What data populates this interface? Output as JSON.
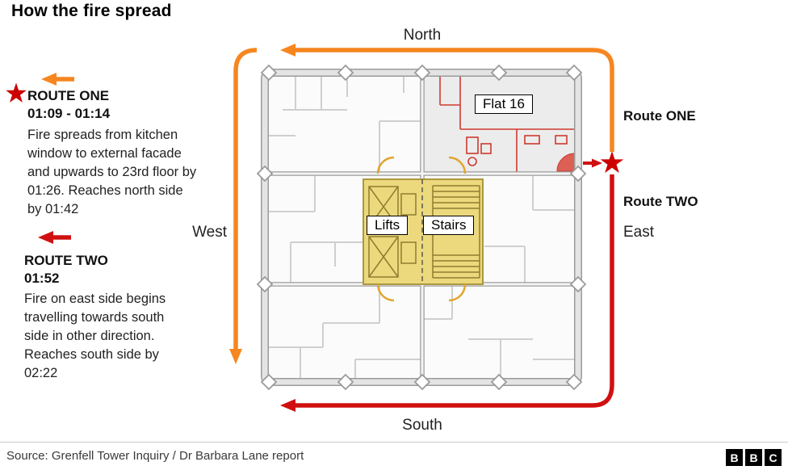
{
  "title": "How the fire spread",
  "compass": {
    "north": "North",
    "south": "South",
    "east": "East",
    "west": "West"
  },
  "floorplan": {
    "flat16_label": "Flat 16",
    "lifts_label": "Lifts",
    "stairs_label": "Stairs"
  },
  "routes": {
    "one": {
      "heading": "ROUTE ONE",
      "time": "01:09 - 01:14",
      "description": "Fire spreads from kitchen window to external facade and upwards to 23rd floor by 01:26. Reaches north side by 01:42",
      "side_label": "Route ONE",
      "color": "#f6861f"
    },
    "two": {
      "heading": "ROUTE TWO",
      "time": "01:52",
      "description": "Fire on east side begins travelling towards south side in other direction. Reaches south side by 02:22",
      "side_label": "Route TWO",
      "color": "#d01010"
    }
  },
  "footer": {
    "source": "Source: Grenfell Tower Inquiry / Dr Barbara Lane report",
    "logo_letters": [
      "B",
      "B",
      "C"
    ]
  },
  "colors": {
    "route_one_orange": "#f6861f",
    "route_two_red": "#d01010",
    "star_red": "#cc0000",
    "core_yellow": "#ecd97d",
    "wall_gray": "#9b9b9b",
    "flat16_shade": "#ececec"
  }
}
